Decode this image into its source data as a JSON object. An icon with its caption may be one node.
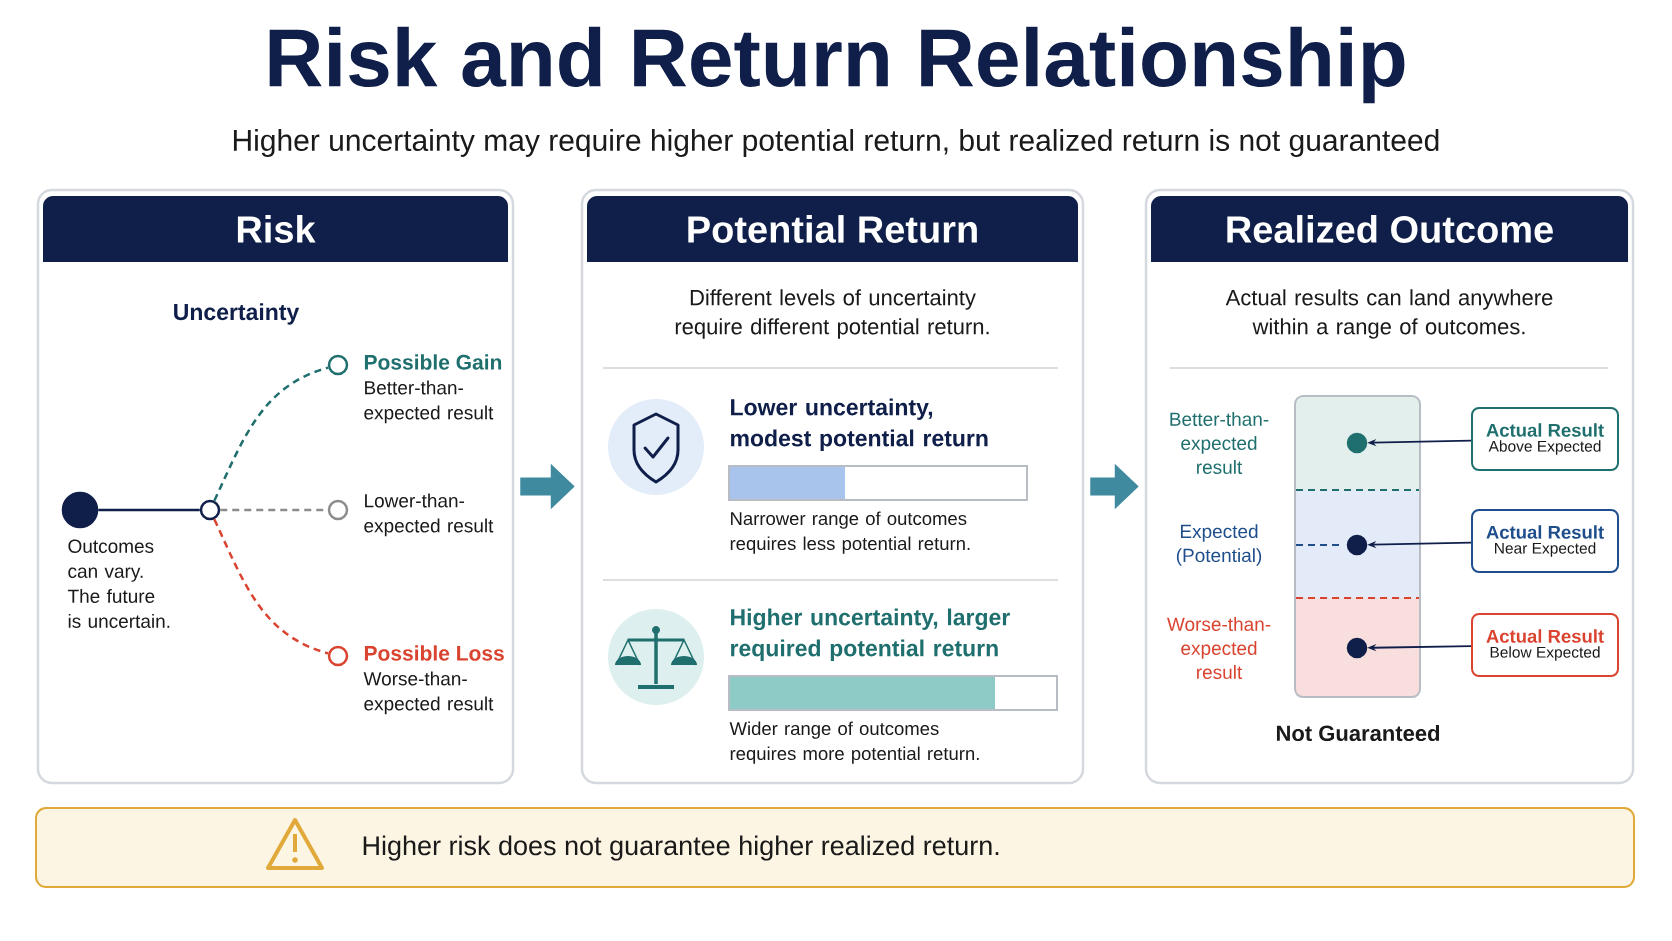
{
  "diagram": {
    "title": "Risk and Return Relationship",
    "nodes": [
      {
        "text": [
          "Risk"
        ]
      },
      {
        "text": [],
        "shape": "circle",
        "in": 0,
        "beside": [
          "Outcomes can vary. The future is uncertain."
        ]
      },
      {
        "text": [],
        "shape": "circle",
        "in": 0
      },
      {
        "text": [],
        "shape": "circle",
        "in": 0,
        "beside": [
          "Possible Gain",
          "Better-than-expected result"
        ]
      },
      {
        "text": [],
        "shape": "circle",
        "in": 0,
        "beside": [
          "Lower-than-expected result"
        ]
      },
      {
        "text": [],
        "shape": "circle",
        "in": 0,
        "beside": [
          "Possible Loss",
          "Worse-than-expected result"
        ]
      },
      {
        "text": [
          "Potential Return",
          "Different levels of uncertainty require different potential return."
        ]
      },
      {
        "text": [
          "Realized Outcome",
          "Actual results can land anywhere within a range of outcomes."
        ]
      },
      {
        "text": [],
        "shape": "bar",
        "in": 7
      },
      {
        "text": [],
        "shape": "circle",
        "in": 8
      },
      {
        "text": [],
        "shape": "circle",
        "in": 8
      },
      {
        "text": [],
        "shape": "circle",
        "in": 8
      },
      {
        "text": [
          "Actual Result",
          "Above Expected"
        ],
        "in": 7
      },
      {
        "text": [
          "Actual Result",
          "Near Expected"
        ],
        "in": 7
      },
      {
        "text": [
          "Actual Result",
          "Below Expected"
        ],
        "in": 7
      },
      {
        "text": [
          "Higher risk does not guarantee higher realized return."
        ]
      }
    ],
    "edges": [
      {
        "from": 1,
        "to": 2,
        "arrow": "none"
      },
      {
        "from": 2,
        "to": 3,
        "arrow": "none",
        "style": "dashed",
        "color": "#1f6f6e"
      },
      {
        "from": 2,
        "to": 4,
        "arrow": "none",
        "style": "dashed",
        "color": "#8c8c8c"
      },
      {
        "from": 2,
        "to": 5,
        "arrow": "none",
        "style": "dashed",
        "color": "#d9432f"
      },
      {
        "from": 0,
        "to": 6,
        "arrow": "to",
        "style": "thick",
        "color": "#3f8a9f"
      },
      {
        "from": 6,
        "to": 7,
        "arrow": "to",
        "style": "thick",
        "color": "#3f8a9f"
      },
      {
        "from": 12,
        "to": 9,
        "arrow": "to"
      },
      {
        "from": 13,
        "to": 10,
        "arrow": "to"
      },
      {
        "from": 14,
        "to": 11,
        "arrow": "to"
      }
    ],
    "labels": [
      "Higher uncertainty may require higher potential return, but realized return is not guaranteed",
      "Uncertainty",
      "Lower uncertainty, modest potential return",
      "Narrower range of outcomes requires less potential return.",
      "Higher uncertainty, larger required potential return",
      "Wider range of outcomes requires more potential return.",
      "Better-than-expected result",
      "Expected (Potential)",
      "Worse-than-expected result",
      "Not Guaranteed"
    ]
  }
}
